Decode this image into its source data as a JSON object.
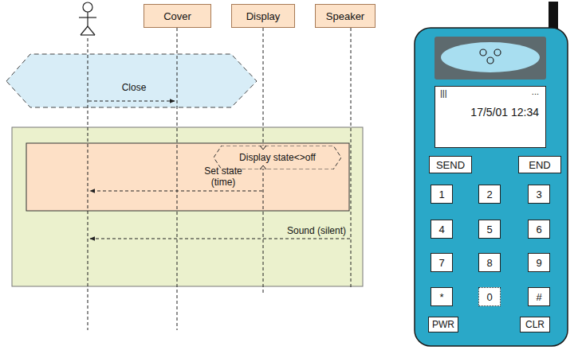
{
  "diagram": {
    "nodes": [
      {
        "text": [
          "Cover"
        ]
      },
      {
        "text": [
          "Display"
        ]
      },
      {
        "text": [
          "Speaker"
        ]
      },
      {
        "text": [
          "Display state<>off"
        ]
      },
      {
        "text": [
          "|||",
          "...",
          "17/5/01 12:34"
        ]
      },
      {
        "text": [
          "SEND"
        ]
      },
      {
        "text": [
          "END"
        ]
      },
      {
        "text": [
          "1"
        ]
      },
      {
        "text": [
          "2"
        ]
      },
      {
        "text": [
          "3"
        ]
      },
      {
        "text": [
          "4"
        ]
      },
      {
        "text": [
          "5"
        ]
      },
      {
        "text": [
          "6"
        ]
      },
      {
        "text": [
          "7"
        ]
      },
      {
        "text": [
          "8"
        ]
      },
      {
        "text": [
          "9"
        ]
      },
      {
        "text": [
          "*"
        ]
      },
      {
        "text": [
          "0"
        ]
      },
      {
        "text": [
          "#"
        ]
      },
      {
        "text": [
          "PWR"
        ]
      },
      {
        "text": [
          "CLR"
        ]
      }
    ],
    "labels": [
      "Close",
      "Set state (time)",
      "Sound (silent)"
    ]
  }
}
